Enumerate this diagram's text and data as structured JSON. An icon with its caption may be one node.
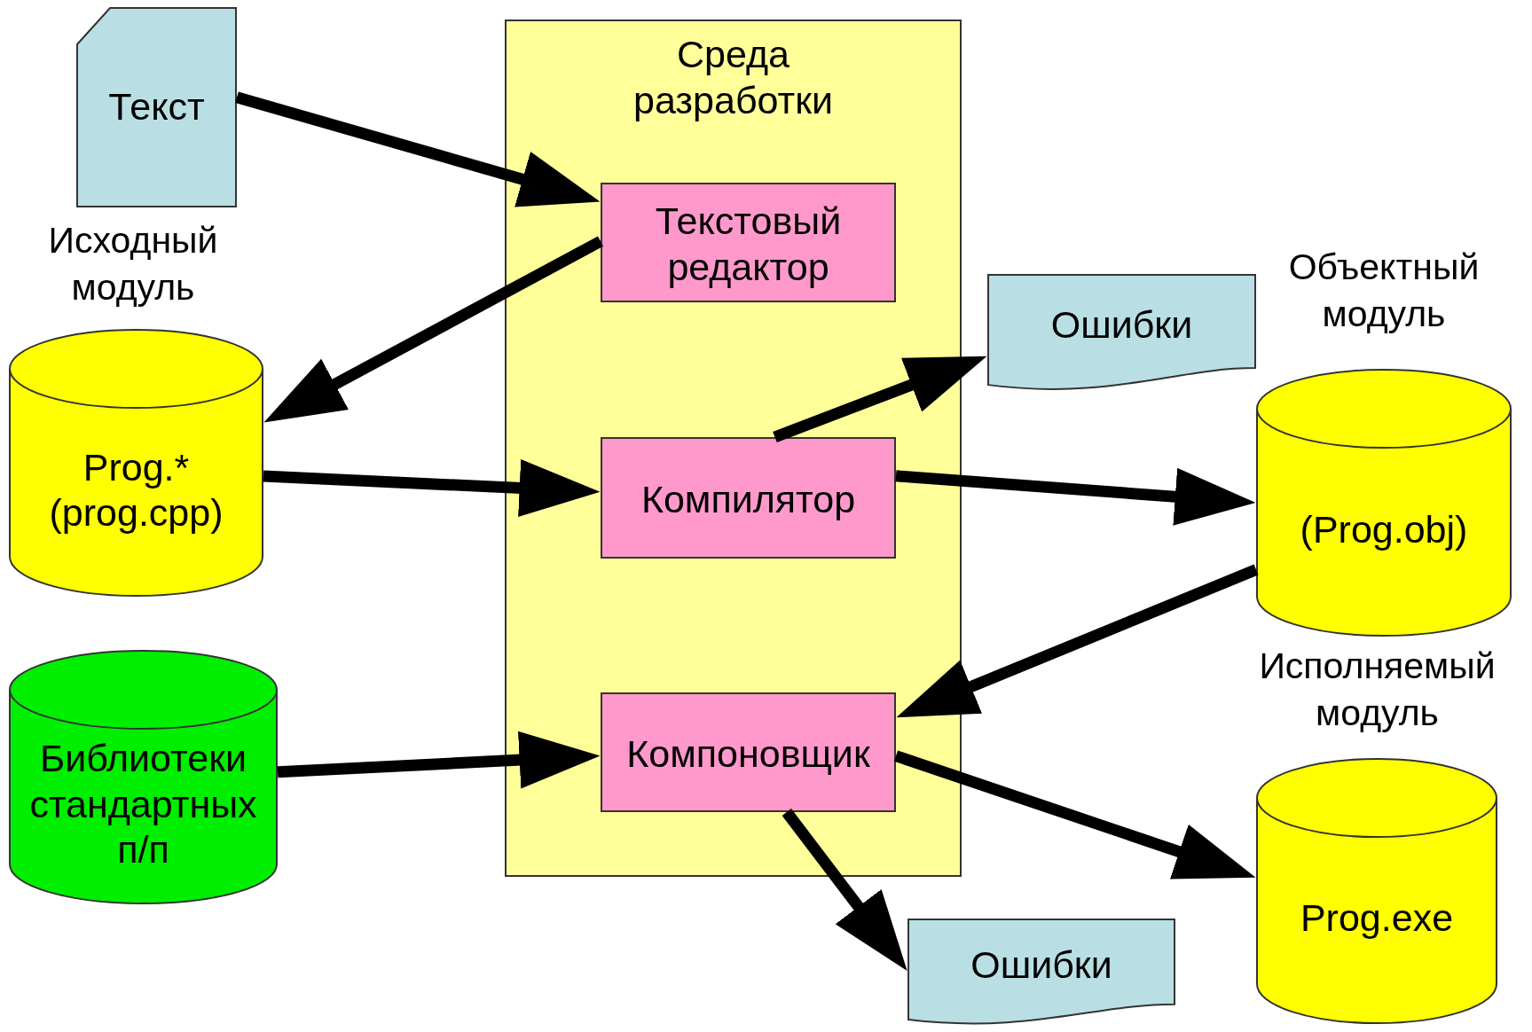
{
  "diagram": {
    "nodes": [
      {
        "text": [
          "Среда разработки"
        ]
      },
      {
        "text": [
          "Текст"
        ]
      },
      {
        "text": [
          "Текстовый редактор"
        ],
        "in": 0
      },
      {
        "text": [
          "Prog.* (prog.cpp)"
        ],
        "beside": [
          "Исходный модуль"
        ]
      },
      {
        "text": [
          "Ошибки"
        ]
      },
      {
        "text": [
          "Компилятор"
        ],
        "in": 0
      },
      {
        "text": [
          "(Prog.obj)"
        ],
        "beside": [
          "Объектный модуль"
        ]
      },
      {
        "text": [
          "Библиотеки стандартных п/п"
        ]
      },
      {
        "text": [
          "Компоновщик"
        ],
        "in": 0
      },
      {
        "text": [
          "Prog.exe"
        ],
        "beside": [
          "Исполняемый модуль"
        ]
      },
      {
        "text": [
          "Ошибки"
        ]
      }
    ],
    "edges": [
      {
        "from": 1,
        "to": 2,
        "arrow": "to"
      },
      {
        "from": 2,
        "to": 3,
        "arrow": "to"
      },
      {
        "from": 3,
        "to": 5,
        "arrow": "to"
      },
      {
        "from": 5,
        "to": 4,
        "arrow": "to"
      },
      {
        "from": 5,
        "to": 6,
        "arrow": "to"
      },
      {
        "from": 6,
        "to": 8,
        "arrow": "to"
      },
      {
        "from": 7,
        "to": 8,
        "arrow": "to"
      },
      {
        "from": 8,
        "to": 9,
        "arrow": "to"
      },
      {
        "from": 8,
        "to": 10,
        "arrow": "to"
      }
    ]
  }
}
